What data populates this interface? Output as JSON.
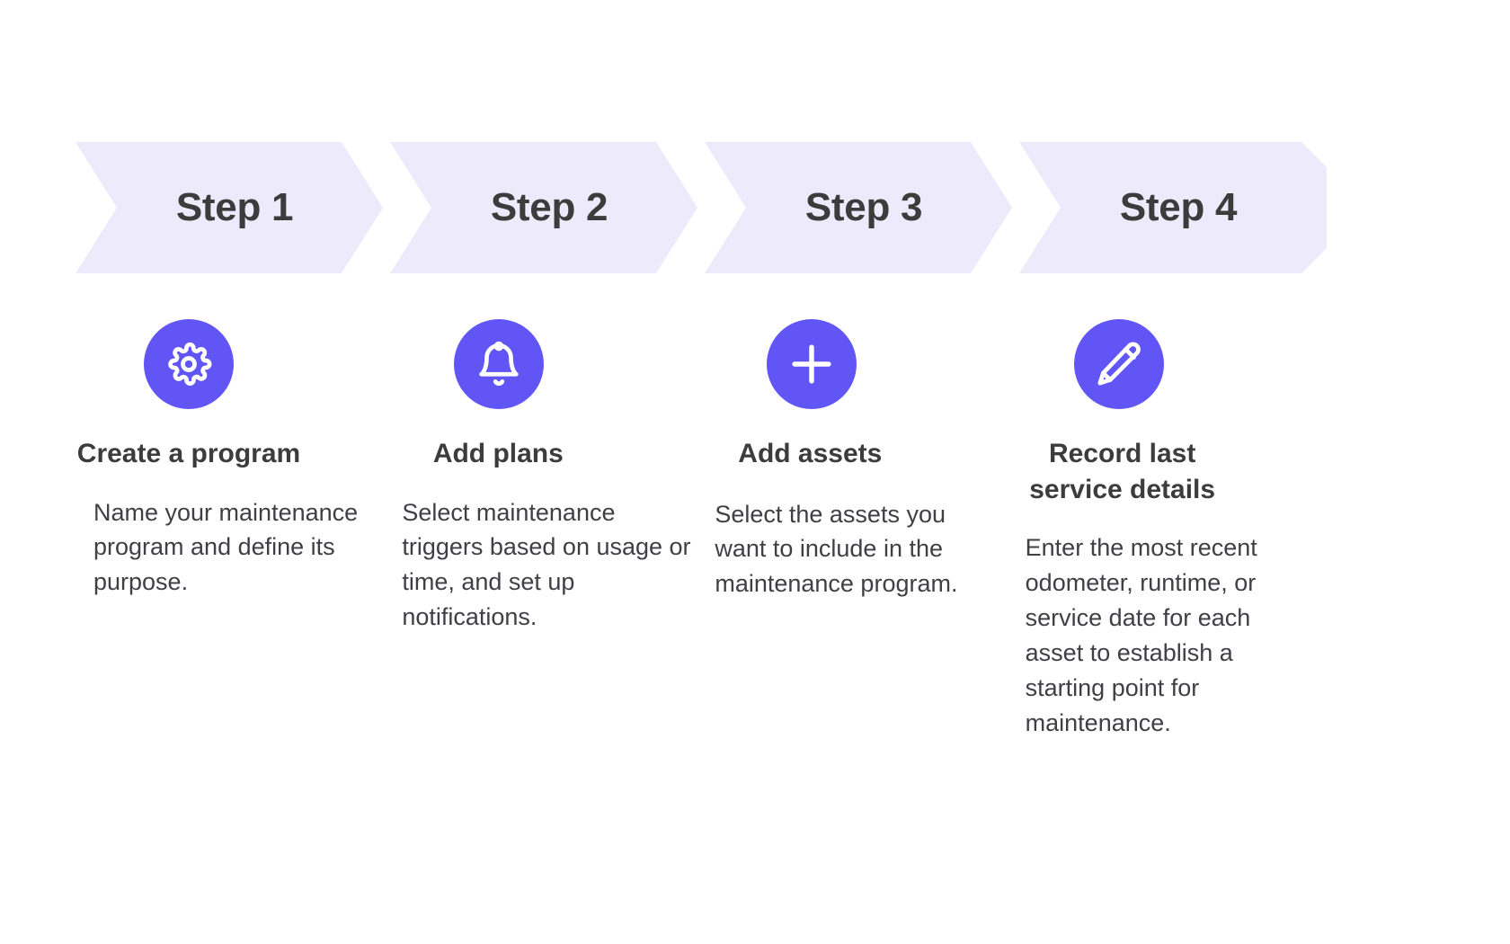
{
  "theme": {
    "background": "#ffffff",
    "chevron_fill": "#edeafb",
    "accent": "#6155f5",
    "heading_color": "#3c3c3c",
    "body_color": "#3f3f46"
  },
  "steps": [
    {
      "badge": "Step 1",
      "icon": "gear-icon",
      "title": "Create a program",
      "description": "Name your maintenance program and define its purpose."
    },
    {
      "badge": "Step 2",
      "icon": "bell-icon",
      "title": "Add plans",
      "description": "Select maintenance triggers based on usage or time, and set up notifications."
    },
    {
      "badge": "Step 3",
      "icon": "plus-icon",
      "title": "Add assets",
      "description": "Select the assets you want to include in the maintenance program."
    },
    {
      "badge": "Step 4",
      "icon": "pencil-icon",
      "title": "Record last service details",
      "description": "Enter the most recent odometer, runtime, or service date for each asset to establish a starting point for maintenance."
    }
  ]
}
